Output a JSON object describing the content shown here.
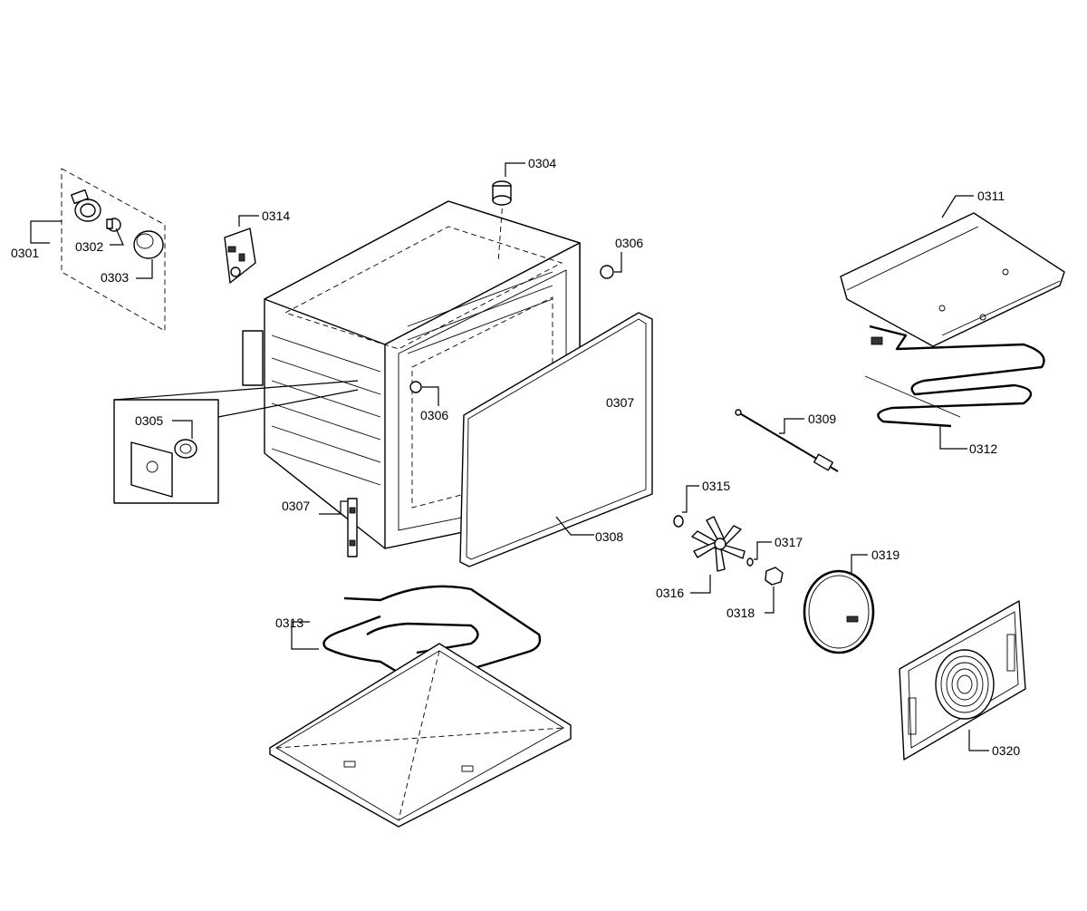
{
  "parts": [
    {
      "id": "0301",
      "label": "0301"
    },
    {
      "id": "0302",
      "label": "0302"
    },
    {
      "id": "0303",
      "label": "0303"
    },
    {
      "id": "0304",
      "label": "0304"
    },
    {
      "id": "0305",
      "label": "0305"
    },
    {
      "id": "0306a",
      "label": "0306"
    },
    {
      "id": "0306b",
      "label": "0306"
    },
    {
      "id": "0307a",
      "label": "0307"
    },
    {
      "id": "0307b",
      "label": "0307"
    },
    {
      "id": "0308",
      "label": "0308"
    },
    {
      "id": "0309",
      "label": "0309"
    },
    {
      "id": "0311",
      "label": "0311"
    },
    {
      "id": "0312",
      "label": "0312"
    },
    {
      "id": "0313",
      "label": "0313"
    },
    {
      "id": "0314",
      "label": "0314"
    },
    {
      "id": "0315",
      "label": "0315"
    },
    {
      "id": "0316",
      "label": "0316"
    },
    {
      "id": "0317",
      "label": "0317"
    },
    {
      "id": "0318",
      "label": "0318"
    },
    {
      "id": "0319",
      "label": "0319"
    },
    {
      "id": "0320",
      "label": "0320"
    }
  ]
}
